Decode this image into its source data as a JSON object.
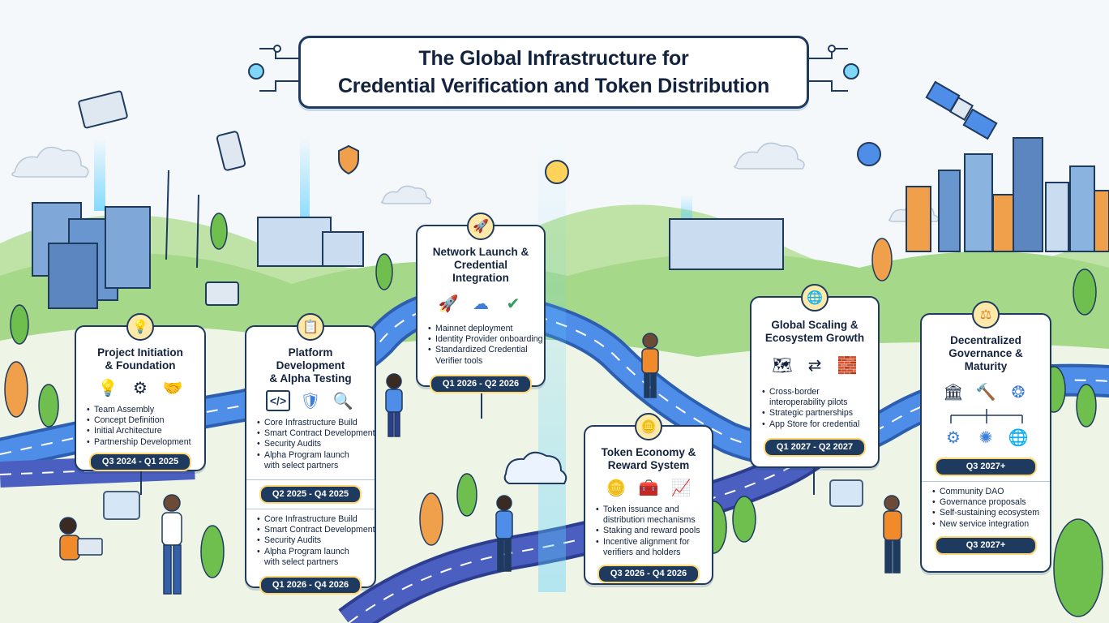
{
  "header": {
    "title_line1": "The Global Infrastructure for",
    "title_line2": "Credential Verification and Token Distribution"
  },
  "colors": {
    "navy": "#1f3a5f",
    "road": "#3f7ddb",
    "grass": "#8cc96b",
    "sky": "#f4f8fb",
    "pill": "#1e3a5f",
    "accent": "#f2a31a"
  },
  "phases": [
    {
      "title_line1": "Project Initiation",
      "title_line2": "& Foundation",
      "top_icon": "lightbulb-icon",
      "icons": [
        "lightbulb-icon",
        "gears-icon",
        "handshake-icon"
      ],
      "items": [
        "Team Assembly",
        "Concept Definition",
        "Initial Architecture",
        "Partnership Development"
      ],
      "date": "Q3 2024 - Q1 2025"
    },
    {
      "title_line1": "Platform Development",
      "title_line2": "& Alpha Testing",
      "top_icon": "clipboard-icon",
      "icons": [
        "code-icon",
        "shield-check-icon",
        "magnifier-icon"
      ],
      "items": [
        "Core Infrastructure Build",
        "Smart Contract Development",
        "Security Audits",
        "Alpha Program launch",
        "with select partners"
      ],
      "date": "Q2 2025 - Q4 2025",
      "items_b": [
        "Core Infrastructure Build",
        "Smart Contract Development",
        "Security Audits",
        "Alpha Program launch",
        "with select partners"
      ],
      "date_b": "Q1 2026 - Q4 2026"
    },
    {
      "title_line1": "Network Launch &",
      "title_line2": "Credential Integration",
      "top_icon": "rocket-icon",
      "icons": [
        "rocket-icon",
        "cloud-database-icon",
        "verified-badge-icon"
      ],
      "items": [
        "Mainnet deployment",
        "Identity Provider onboarding",
        "Standardized Credential",
        "Verifier tools"
      ],
      "date": "Q1 2026 - Q2 2026"
    },
    {
      "title_line1": "Token Economy &",
      "title_line2": "Reward System",
      "top_icon": "coins-icon",
      "icons": [
        "coin-stack-icon",
        "treasure-chest-icon",
        "growth-chart-icon"
      ],
      "items": [
        "Token issuance and",
        "distribution mechanisms",
        "Staking and reward pools",
        "Incentive alignment for",
        "verifiers and holders"
      ],
      "date": "Q3 2026 - Q4 2026"
    },
    {
      "title_line1": "Global Scaling &",
      "title_line2": "Ecosystem Growth",
      "top_icon": "globe-icon",
      "icons": [
        "world-map-icon",
        "arrows-icon",
        "blocks-icon"
      ],
      "items": [
        "Cross-border",
        "interoperability pilots",
        "Strategic partnerships",
        "App Store for credential"
      ],
      "date": "Q1 2027 - Q2 2027"
    },
    {
      "title_line1": "Decentralized",
      "title_line2": "Governance &",
      "title_line3": "Maturity",
      "top_icon": "scales-icon",
      "icons": [
        "podium-icon",
        "gavel-icon",
        "network-icon"
      ],
      "icons_b": [
        "gear-people-icon",
        "hub-icon",
        "globe-network-icon"
      ],
      "date": "Q3 2027+",
      "items": [
        "Community DAO",
        "Governance proposals",
        "Self-sustaining ecosystem",
        "New service integration"
      ],
      "date_b": "Q3 2027+"
    }
  ]
}
